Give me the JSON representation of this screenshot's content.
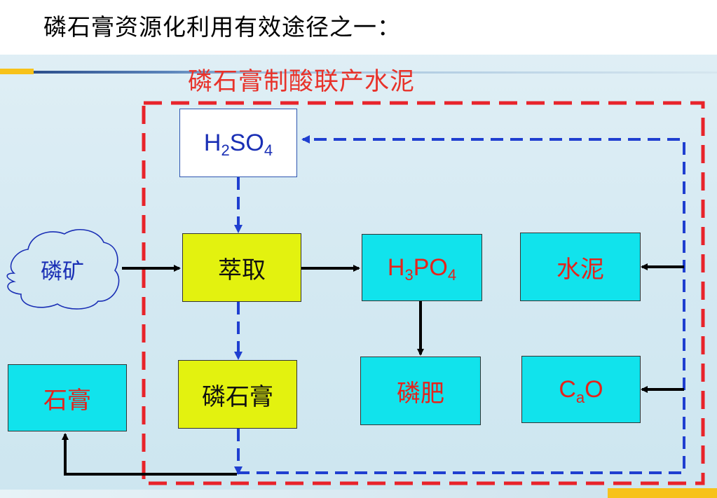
{
  "title": "磷石膏资源化利用有效途径之一：",
  "subtitle": "磷石膏制酸联产水泥",
  "nodes": {
    "acid": {
      "base1": "H",
      "sub1": "2",
      "base2": "SO",
      "sub2": "4"
    },
    "extract": "萃取",
    "phosphogypsum": "磷石膏",
    "phosphoric_acid": {
      "base1": "H",
      "sub1": "3",
      "base2": "PO",
      "sub2": "4"
    },
    "fertilizer": "磷肥",
    "cement": "水泥",
    "lime": {
      "base1": "C",
      "sub1": "a",
      "base2": "O"
    },
    "gypsum": "石膏",
    "ore": "磷矿"
  },
  "colors": {
    "red_dash": "#e8232a",
    "blue_dash": "#1f3fd0",
    "cyan_box": "#11e3ec",
    "yellow_box": "#e3f20f",
    "title_red": "#e8322a"
  }
}
